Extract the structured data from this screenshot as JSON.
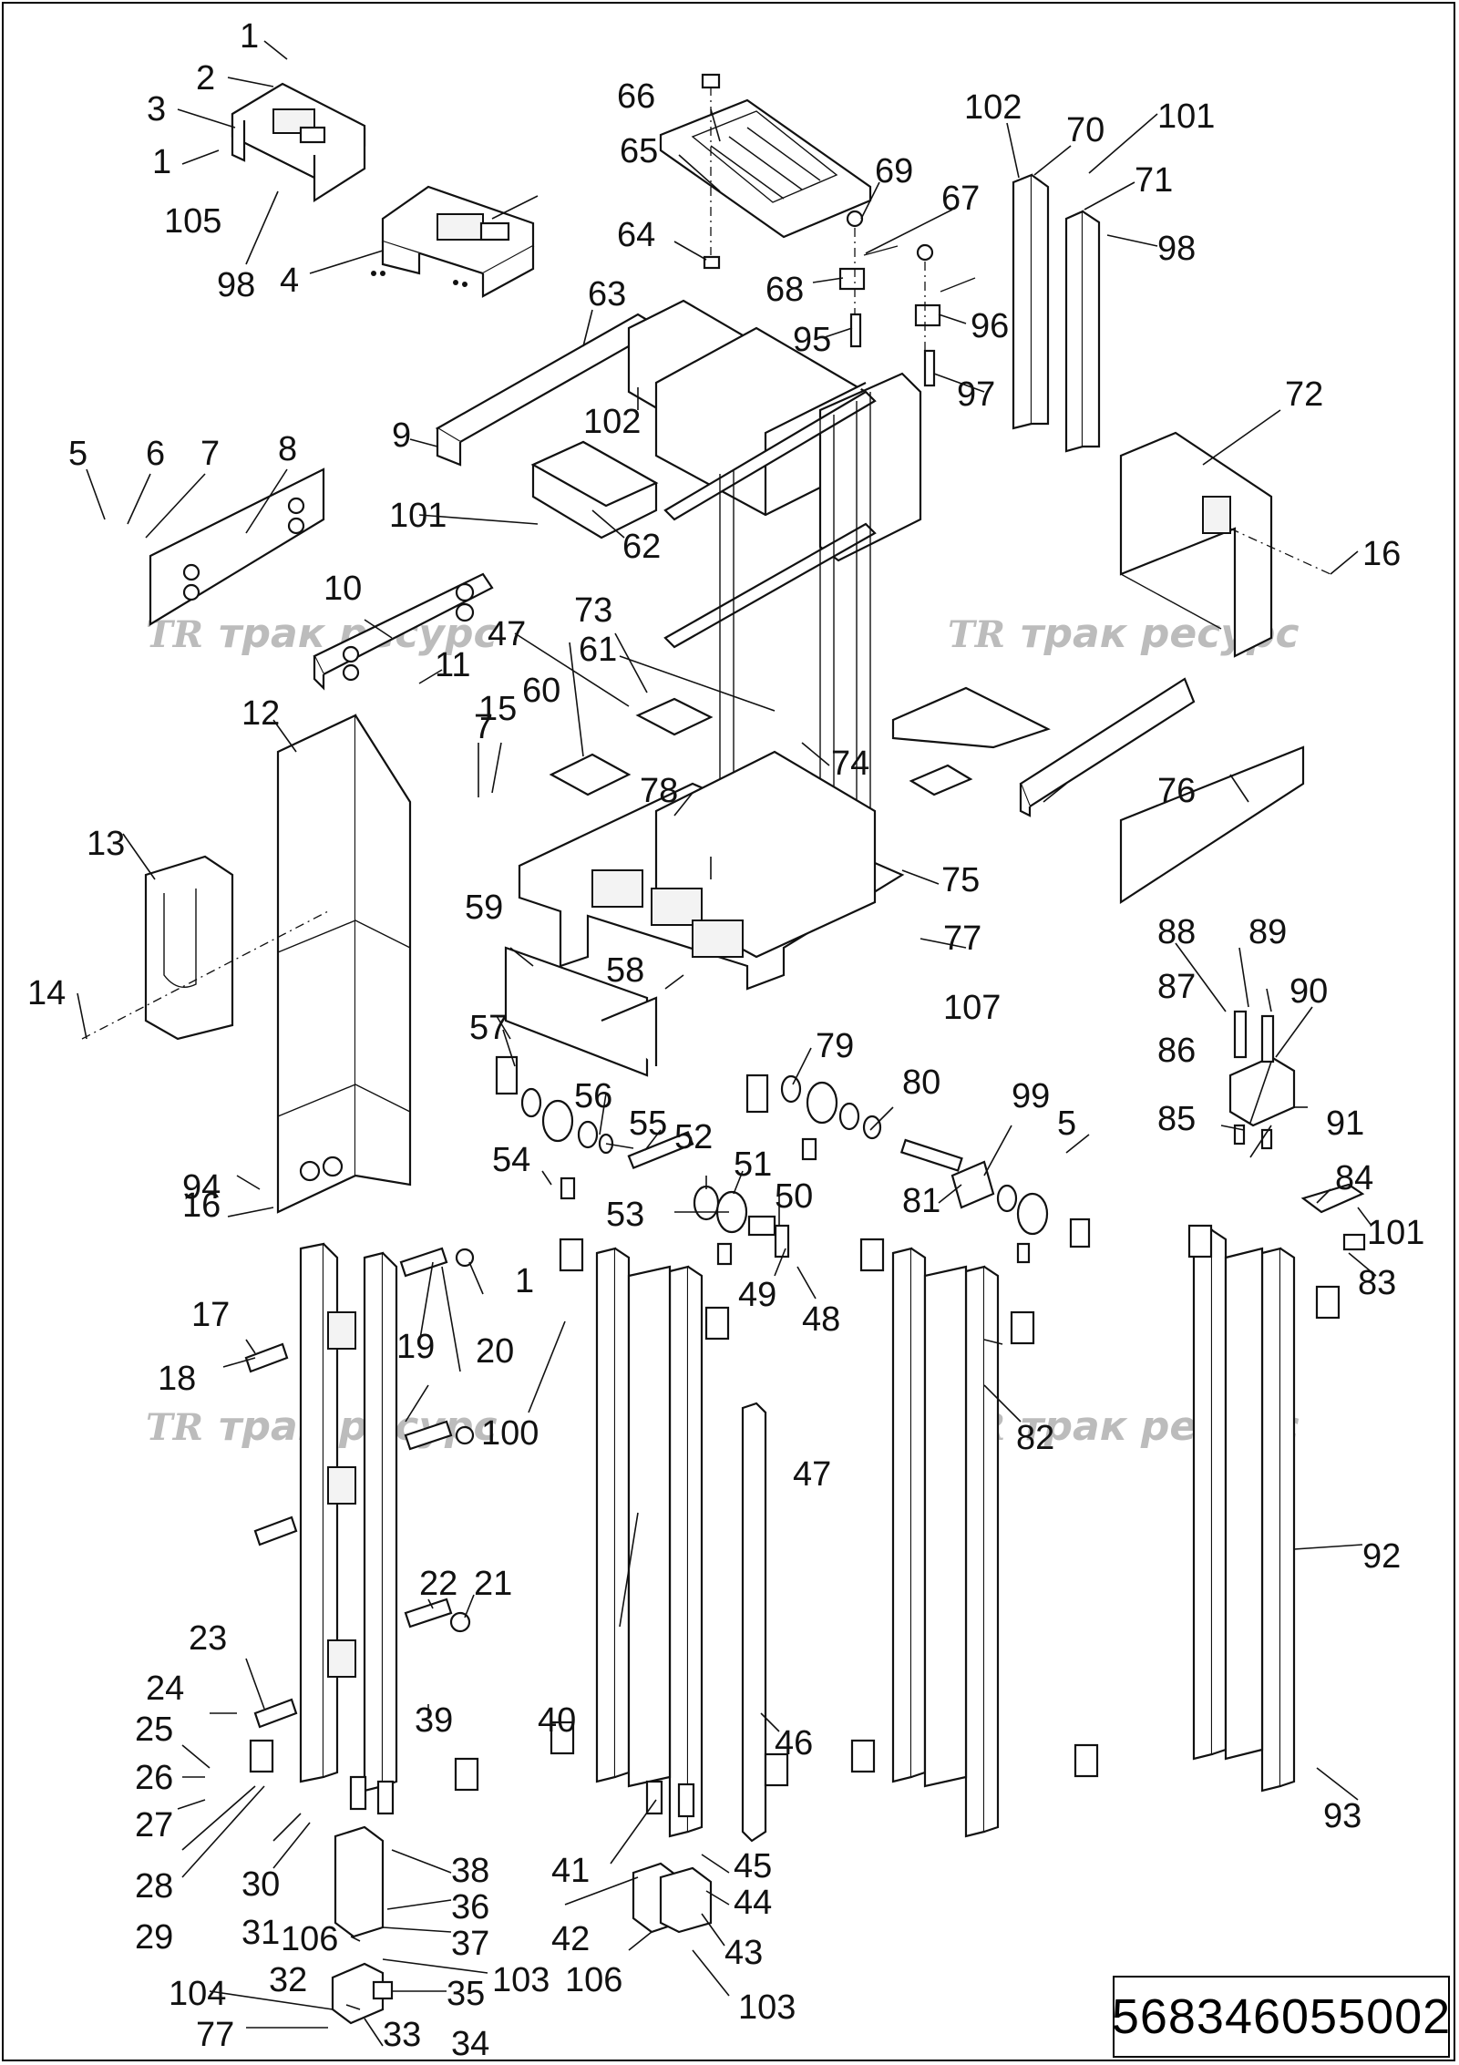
{
  "drawing": {
    "code": "568346055002",
    "watermark": "трак ресурс",
    "watermark_logo": "TR"
  },
  "callouts": [
    "1",
    "2",
    "3",
    "4",
    "5",
    "6",
    "7",
    "8",
    "9",
    "10",
    "11",
    "12",
    "13",
    "14",
    "15",
    "16",
    "17",
    "18",
    "19",
    "20",
    "21",
    "22",
    "23",
    "24",
    "25",
    "26",
    "27",
    "28",
    "29",
    "30",
    "31",
    "32",
    "33",
    "34",
    "35",
    "36",
    "37",
    "38",
    "39",
    "40",
    "41",
    "42",
    "43",
    "44",
    "45",
    "46",
    "47",
    "48",
    "49",
    "50",
    "51",
    "52",
    "53",
    "54",
    "55",
    "56",
    "57",
    "58",
    "59",
    "60",
    "61",
    "62",
    "63",
    "64",
    "65",
    "66",
    "67",
    "68",
    "69",
    "70",
    "71",
    "72",
    "73",
    "74",
    "75",
    "76",
    "77",
    "78",
    "79",
    "80",
    "81",
    "82",
    "83",
    "84",
    "85",
    "86",
    "87",
    "88",
    "89",
    "90",
    "91",
    "92",
    "93",
    "94",
    "95",
    "96",
    "97",
    "98",
    "99",
    "100",
    "101",
    "102",
    "103",
    "104",
    "105",
    "106",
    "107"
  ]
}
